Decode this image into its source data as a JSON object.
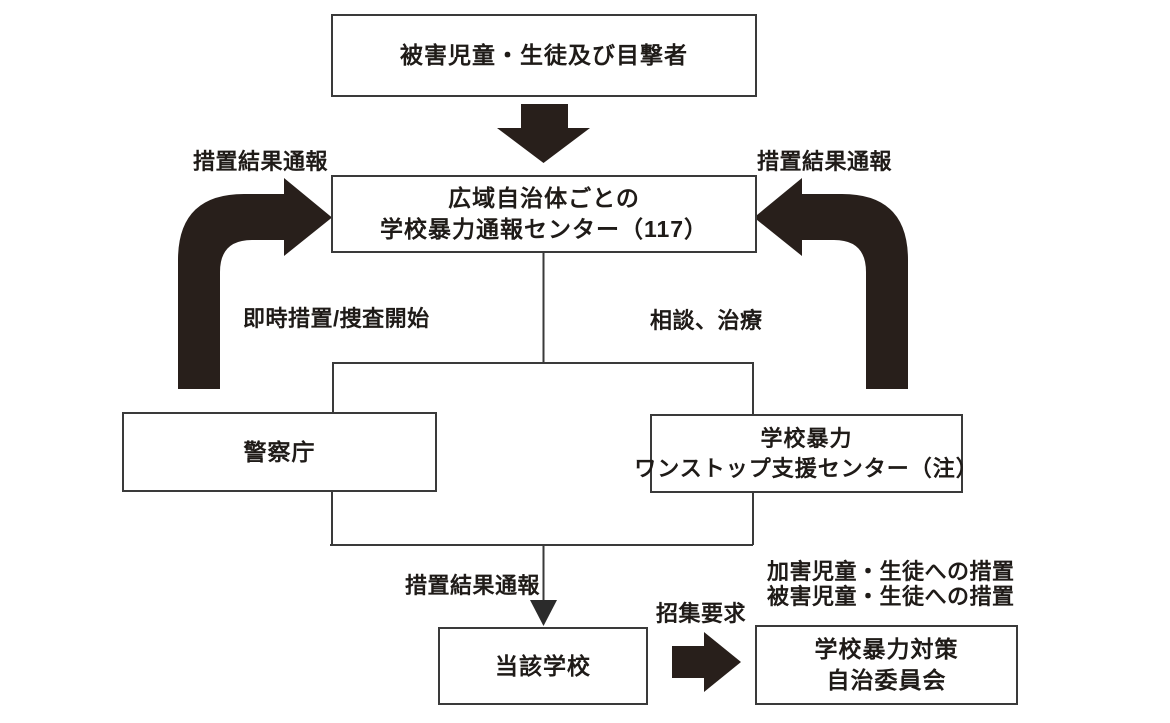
{
  "colors": {
    "background": "#ffffff",
    "line": "#3a3a3a",
    "arrow": "#281f1b",
    "text": "#1f1b18"
  },
  "nodes": {
    "victims": {
      "line1": "被害児童・生徒及び目撃者"
    },
    "center": {
      "line1": "広域自治体ごとの",
      "line2": "学校暴力通報センター（117）"
    },
    "police": {
      "line1": "警察庁"
    },
    "onestop": {
      "line1": "学校暴力",
      "line2": "ワンストップ支援センター（注）"
    },
    "school": {
      "line1": "当該学校"
    },
    "committee": {
      "line1": "学校暴力対策",
      "line2": "自治委員会"
    }
  },
  "labels": {
    "left_report": "措置結果通報",
    "right_report": "措置結果通報",
    "immediate_action": "即時措置/捜査開始",
    "consultation": "相談、治療",
    "bottom_report": "措置結果通報",
    "convene_request": "招集要求",
    "offender_measure": "加害児童・生徒への措置",
    "victim_measure": "被害児童・生徒への措置"
  }
}
